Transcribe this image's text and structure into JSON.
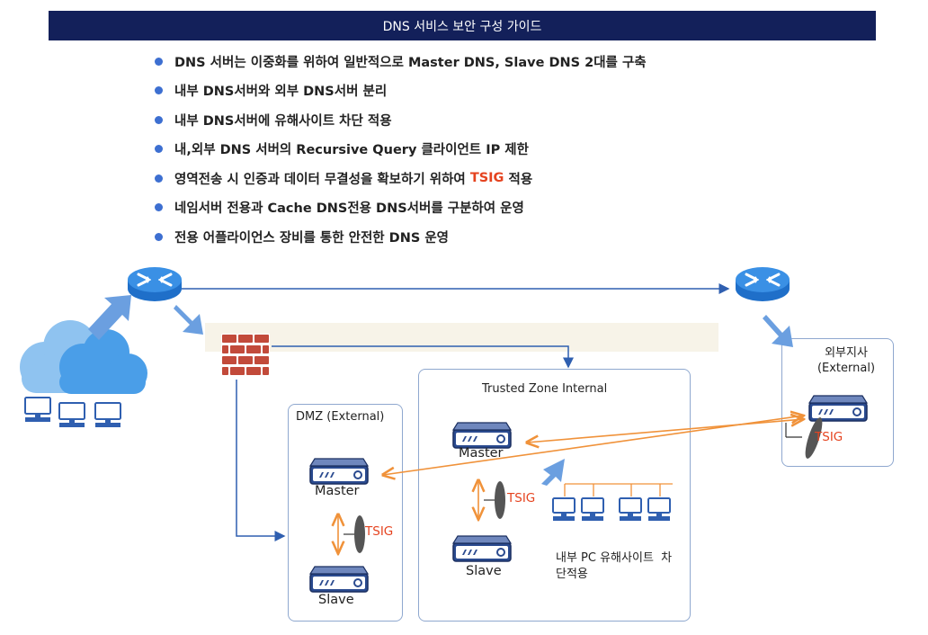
{
  "title": "DNS 서비스 보안 구성 가이드",
  "bullets": [
    {
      "text": "DNS 서버는 이중화를 위하여 일반적으로 Master DNS, Slave DNS 2대를 구축"
    },
    {
      "text": "내부 DNS서버와 외부 DNS서버 분리"
    },
    {
      "text": "내부 DNS서버에  유해사이트 차단 적용"
    },
    {
      "text": "내,외부 DNS 서버의 Recursive Query 클라이언트 IP 제한"
    },
    {
      "text_before": "영역전송 시 인증과 데이터 무결성을 확보하기 위하여 ",
      "highlight": "TSIG",
      "text_after": " 적용"
    },
    {
      "text": "네임서버 전용과 Cache DNS전용 DNS서버를 구분하여 운영"
    },
    {
      "text": "전용 어플라이언스 장비를 통한 안전한 DNS 운영"
    }
  ],
  "diagram": {
    "dmz": {
      "title": "DMZ (External)",
      "master_label": "Master",
      "slave_label": "Slave",
      "tsig_label": "TSIG"
    },
    "trusted": {
      "title": "Trusted Zone Internal",
      "master_label": "Master",
      "slave_label": "Slave",
      "tsig_label": "TSIG",
      "pc_note_line1": "내부 PC 유해사이트  차",
      "pc_note_line2": "단적용"
    },
    "branch": {
      "title_line1": "외부지사",
      "title_line2": "(External)",
      "tsig_label": "TSIG"
    }
  },
  "colors": {
    "title_bg": "#13205a",
    "accent_blue": "#3d6fd1",
    "tsig_red": "#e5431f",
    "orange_arrow": "#f0923a",
    "device_blue": "#2f4f95",
    "line_blue": "#2f5fb0"
  }
}
